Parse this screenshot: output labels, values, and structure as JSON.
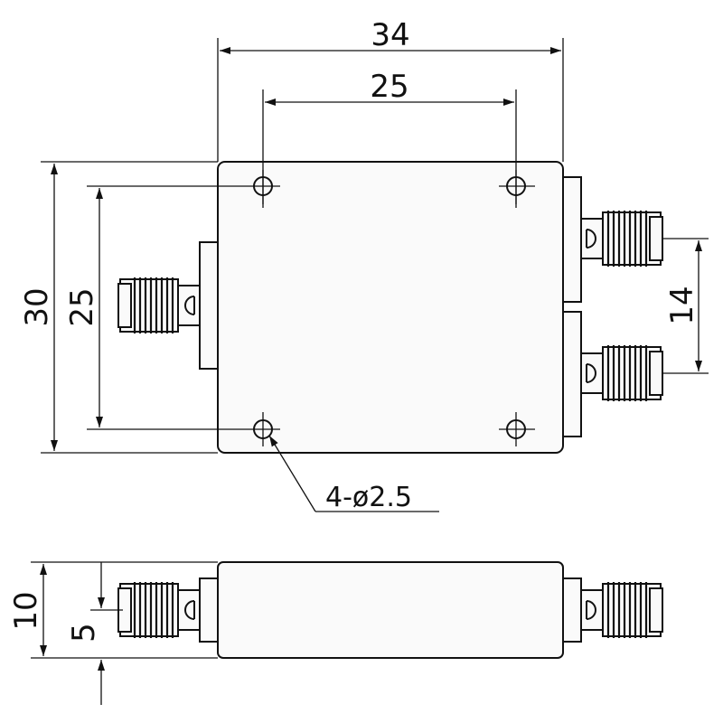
{
  "diagram": {
    "top_view": {
      "width_overall": "34",
      "hole_spacing_x": "25",
      "height_overall": "30",
      "hole_spacing_y": "25",
      "output_spacing": "14",
      "holes_callout": "4-ø2.5"
    },
    "side_view": {
      "thickness": "10",
      "connector_height": "5"
    },
    "colors": {
      "line": "#111111",
      "background": "#ffffff"
    }
  }
}
